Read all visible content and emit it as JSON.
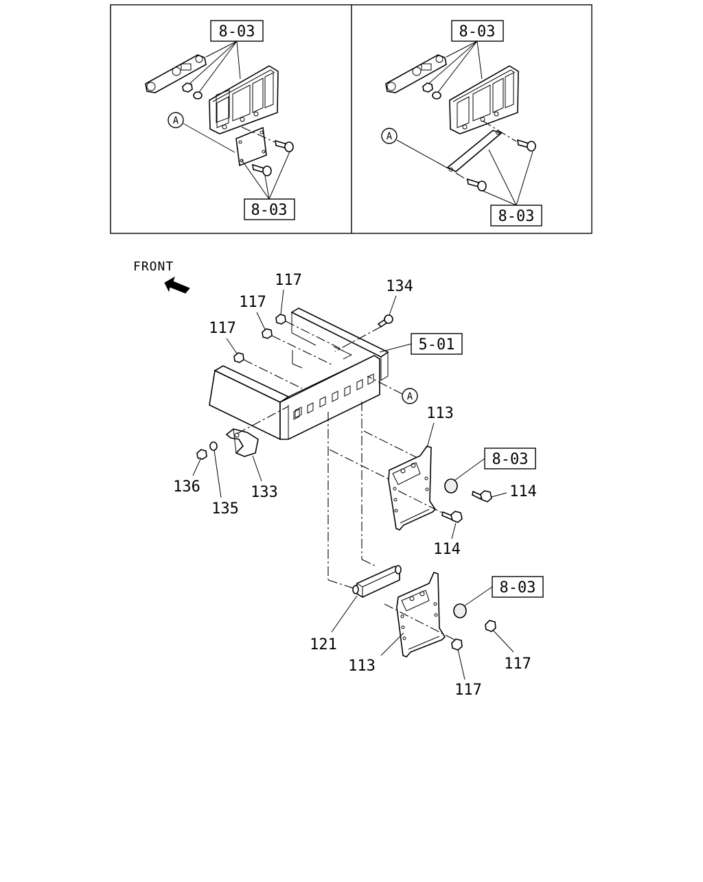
{
  "inset_panels": [
    {
      "top_ref": "8-03",
      "bottom_ref": "8-03",
      "circle_label": "A"
    },
    {
      "top_ref": "8-03",
      "bottom_ref": "8-03",
      "circle_label": "A"
    }
  ],
  "main": {
    "front_label": "FRONT",
    "circle_label": "A",
    "frame_ref": "5-01",
    "upper_bracket_ref": "8-03",
    "lower_bracket_ref": "8-03",
    "part_numbers": {
      "nut_top": "117",
      "nut_mid": "117",
      "nut_left": "117",
      "bolt_top": "134",
      "bracket_upper": "113",
      "bolt_upper_right": "114",
      "bolt_upper_lower": "114",
      "nut_136": "136",
      "washer_135": "135",
      "hook_133": "133",
      "spacer_121": "121",
      "bracket_lower": "113",
      "nut_lower_right": "117",
      "nut_lower_bottom": "117"
    }
  }
}
